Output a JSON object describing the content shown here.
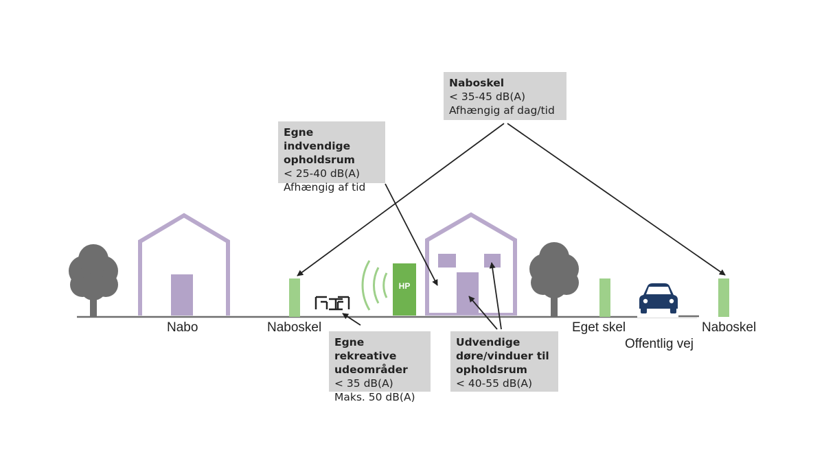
{
  "labels": {
    "nabo": "Nabo",
    "naboskel_left": "Naboskel",
    "eget_skel": "Eget skel",
    "offentlig_vej": "Offentlig vej",
    "naboskel_right": "Naboskel",
    "hp": "HP"
  },
  "boxes": {
    "naboskel": {
      "title": "Naboskel",
      "line1": "< 35-45 dB(A)",
      "line2": "Afhængig af dag/tid"
    },
    "indvendige": {
      "title1": "Egne indvendige",
      "title2": "opholdsrum",
      "line1": "< 25-40 dB(A)",
      "line2": "Afhængig af tid"
    },
    "rekreative": {
      "title1": "Egne rekreative",
      "title2": "udeområder",
      "line1": "< 35 dB(A)",
      "line2": "Maks. 50 dB(A)"
    },
    "udvendige": {
      "title1": "Udvendige",
      "title2": "døre/vinduer til",
      "title3": "opholdsrum",
      "line1": "< 40-55 dB(A)"
    }
  },
  "colors": {
    "house": "#b9a9cc",
    "house_fill": "#b3a3c8",
    "green": "#9ed08a",
    "green_dark": "#6fb34f",
    "tree": "#6e6e6e",
    "car": "#1f3b66",
    "box_bg": "#d4d4d4",
    "ground": "#6e6e6e",
    "arrow": "#222222"
  }
}
